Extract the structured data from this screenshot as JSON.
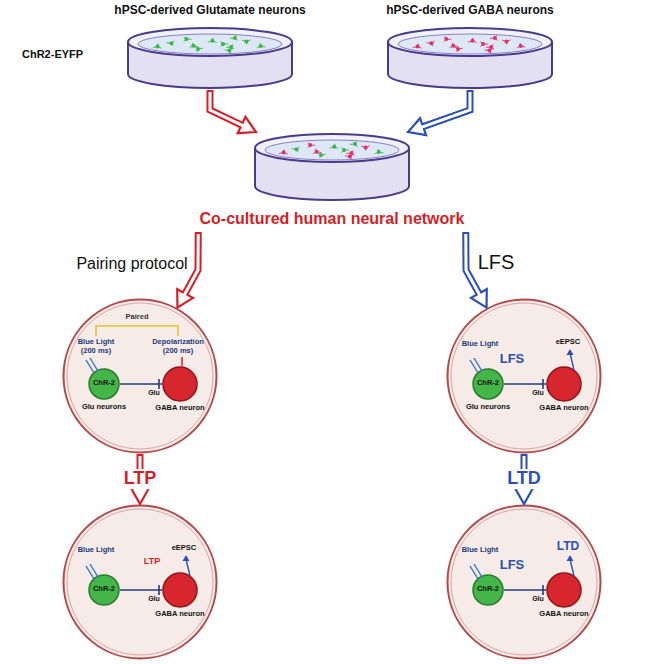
{
  "diagram": {
    "nodes": [
      {
        "text": [
          "hPSC-derived Glutamate neurons"
        ]
      },
      {
        "text": [
          "hPSC-derived GABA neurons"
        ]
      },
      {
        "text": [
          "Co-cultured human neural network"
        ]
      },
      {
        "text": [
          "Paired",
          "Blue Light (200 ms)",
          "Depolarization (200 ms)"
        ]
      },
      {
        "text": [
          "ChR-2",
          "Glu neurons"
        ],
        "in": 3
      },
      {
        "text": [
          "GABA neuron"
        ],
        "in": 3
      },
      {
        "text": [
          "Blue Light",
          "LFS",
          "eEPSC"
        ]
      },
      {
        "text": [
          "ChR-2",
          "Glu neurons"
        ],
        "in": 6
      },
      {
        "text": [
          "GABA neuron"
        ],
        "in": 6
      },
      {
        "text": [
          "Blue Light",
          "LTP",
          "eEPSC"
        ]
      },
      {
        "text": [
          "ChR-2"
        ],
        "in": 9
      },
      {
        "text": [
          "GABA neuron"
        ],
        "in": 9
      },
      {
        "text": [
          "Blue Light",
          "LFS",
          "LTD"
        ]
      },
      {
        "text": [
          "ChR-2"
        ],
        "in": 12
      },
      {
        "text": [
          "GABA neuron"
        ],
        "in": 12
      }
    ],
    "edges": [
      {
        "from": 0,
        "to": 2,
        "arrow": "to"
      },
      {
        "from": 1,
        "to": 2,
        "arrow": "to"
      },
      {
        "from": 2,
        "to": 3,
        "label": "Pairing protocol",
        "arrow": "to"
      },
      {
        "from": 2,
        "to": 6,
        "label": "LFS",
        "arrow": "to"
      },
      {
        "from": 3,
        "to": 9,
        "label": "LTP",
        "arrow": "to"
      },
      {
        "from": 6,
        "to": 12,
        "label": "LTD",
        "arrow": "to"
      },
      {
        "from": 4,
        "to": 5,
        "label": "Glu",
        "arrow": "none"
      },
      {
        "from": 7,
        "to": 8,
        "label": "Glu",
        "arrow": "none"
      },
      {
        "from": 10,
        "to": 11,
        "label": "Glu",
        "arrow": "none"
      },
      {
        "from": 13,
        "to": 14,
        "label": "Glu",
        "arrow": "none"
      }
    ],
    "labels": [
      "ChR2-EYFP"
    ]
  }
}
